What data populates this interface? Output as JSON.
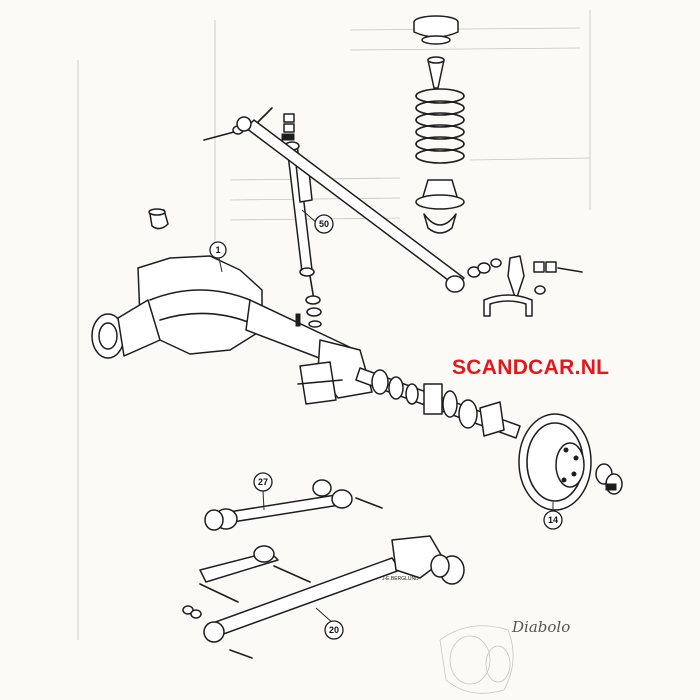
{
  "callouts": {
    "c1": "1",
    "c50": "50",
    "c27": "27",
    "c20": "20",
    "c14": "14"
  },
  "watermark": {
    "text": "SCANDCAR.NL",
    "color": "#e8161b"
  },
  "drawing_credit": "J-E.BERGLUND",
  "handwritten_note": "Diabolo"
}
